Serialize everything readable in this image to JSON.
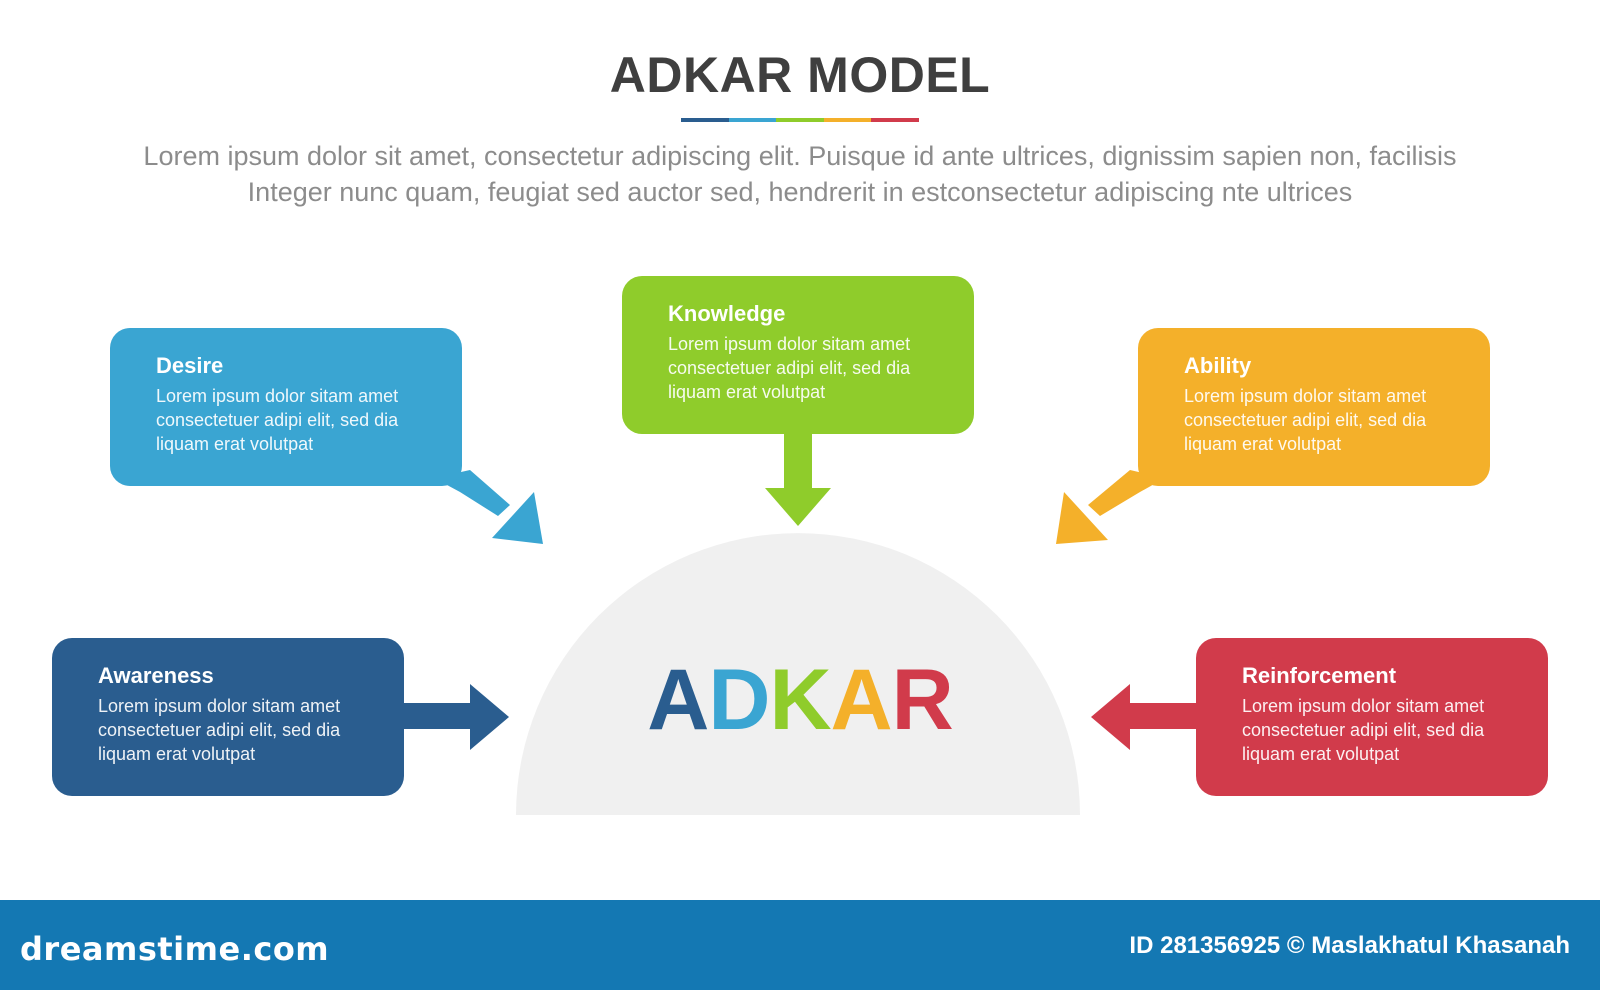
{
  "header": {
    "title": "ADKAR MODEL",
    "underline_colors": [
      "#2a5d8f",
      "#3aa5d2",
      "#8fcc2b",
      "#f4b02a",
      "#d13b4b"
    ],
    "subtitle_lines": [
      "Lorem ipsum dolor sit amet, consectetur adipiscing elit. Puisque id ante ultrices, dignissim sapien non, facilisis",
      "Integer nunc quam, feugiat sed auctor sed, hendrerit in estconsectetur adipiscing nte ultrices"
    ]
  },
  "steps": [
    {
      "id": "desire",
      "title": "Desire",
      "color": "#3aa5d2",
      "lines": [
        "Lorem ipsum dolor sitam amet",
        "consectetuer adipi elit, sed dia",
        "liquam erat volutpat"
      ]
    },
    {
      "id": "knowledge",
      "title": "Knowledge",
      "color": "#8fcc2b",
      "lines": [
        "Lorem ipsum dolor sitam amet",
        "consectetuer adipi elit, sed dia",
        "liquam erat volutpat"
      ]
    },
    {
      "id": "ability",
      "title": "Ability",
      "color": "#f4b02a",
      "lines": [
        "Lorem ipsum dolor sitam amet",
        "consectetuer adipi elit, sed dia",
        "liquam erat volutpat"
      ]
    },
    {
      "id": "awareness",
      "title": "Awareness",
      "color": "#2a5d8f",
      "lines": [
        "Lorem ipsum dolor sitam amet",
        "consectetuer adipi elit, sed dia",
        "liquam erat volutpat"
      ]
    },
    {
      "id": "reinforcement",
      "title": "Reinforcement",
      "color": "#d13b4b",
      "lines": [
        "Lorem ipsum dolor sitam amet",
        "consectetuer adipi elit, sed dia",
        "liquam erat volutpat"
      ]
    }
  ],
  "center": {
    "letters": [
      {
        "char": "A",
        "color": "#2a5d8f"
      },
      {
        "char": "D",
        "color": "#3aa5d2"
      },
      {
        "char": "K",
        "color": "#8fcc2b"
      },
      {
        "char": "A",
        "color": "#f4b02a"
      },
      {
        "char": "R",
        "color": "#d13b4b"
      }
    ],
    "dome_color": "#f0f0f0"
  },
  "footer": {
    "brand": "dreamstime.com",
    "credit": "ID 281356925 © Maslakhatul Khasanah",
    "color": "#1478b3"
  }
}
